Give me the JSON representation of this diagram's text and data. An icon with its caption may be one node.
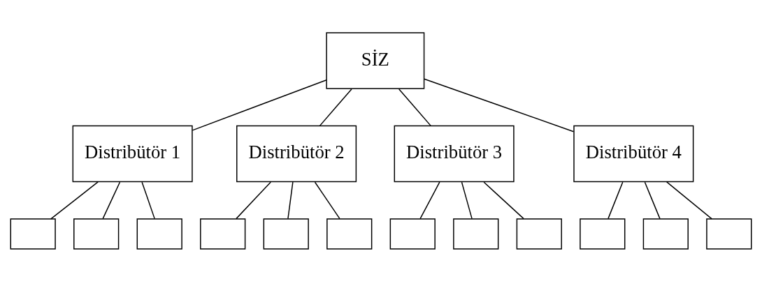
{
  "diagram": {
    "nodes": [
      {
        "text": [
          "SİZ"
        ]
      },
      {
        "text": [
          "Distribütör 1"
        ]
      },
      {
        "text": [
          "Distribütör 2"
        ]
      },
      {
        "text": [
          "Distribütör 3"
        ]
      },
      {
        "text": [
          "Distribütör 4"
        ]
      },
      {
        "text": [],
        "shape": "box"
      },
      {
        "text": [],
        "shape": "box"
      },
      {
        "text": [],
        "shape": "box"
      },
      {
        "text": [],
        "shape": "box"
      },
      {
        "text": [],
        "shape": "box"
      },
      {
        "text": [],
        "shape": "box"
      },
      {
        "text": [],
        "shape": "box"
      },
      {
        "text": [],
        "shape": "box"
      },
      {
        "text": [],
        "shape": "box"
      },
      {
        "text": [],
        "shape": "box"
      },
      {
        "text": [],
        "shape": "box"
      },
      {
        "text": [],
        "shape": "box"
      }
    ],
    "edges": [
      {
        "from": 0,
        "to": 1,
        "arrow": "none"
      },
      {
        "from": 0,
        "to": 2,
        "arrow": "none"
      },
      {
        "from": 0,
        "to": 3,
        "arrow": "none"
      },
      {
        "from": 0,
        "to": 4,
        "arrow": "none"
      },
      {
        "from": 1,
        "to": 5,
        "arrow": "none"
      },
      {
        "from": 1,
        "to": 6,
        "arrow": "none"
      },
      {
        "from": 1,
        "to": 7,
        "arrow": "none"
      },
      {
        "from": 2,
        "to": 8,
        "arrow": "none"
      },
      {
        "from": 2,
        "to": 9,
        "arrow": "none"
      },
      {
        "from": 2,
        "to": 10,
        "arrow": "none"
      },
      {
        "from": 3,
        "to": 11,
        "arrow": "none"
      },
      {
        "from": 3,
        "to": 12,
        "arrow": "none"
      },
      {
        "from": 3,
        "to": 13,
        "arrow": "none"
      },
      {
        "from": 4,
        "to": 14,
        "arrow": "none"
      },
      {
        "from": 4,
        "to": 15,
        "arrow": "none"
      },
      {
        "from": 4,
        "to": 16,
        "arrow": "none"
      }
    ]
  }
}
